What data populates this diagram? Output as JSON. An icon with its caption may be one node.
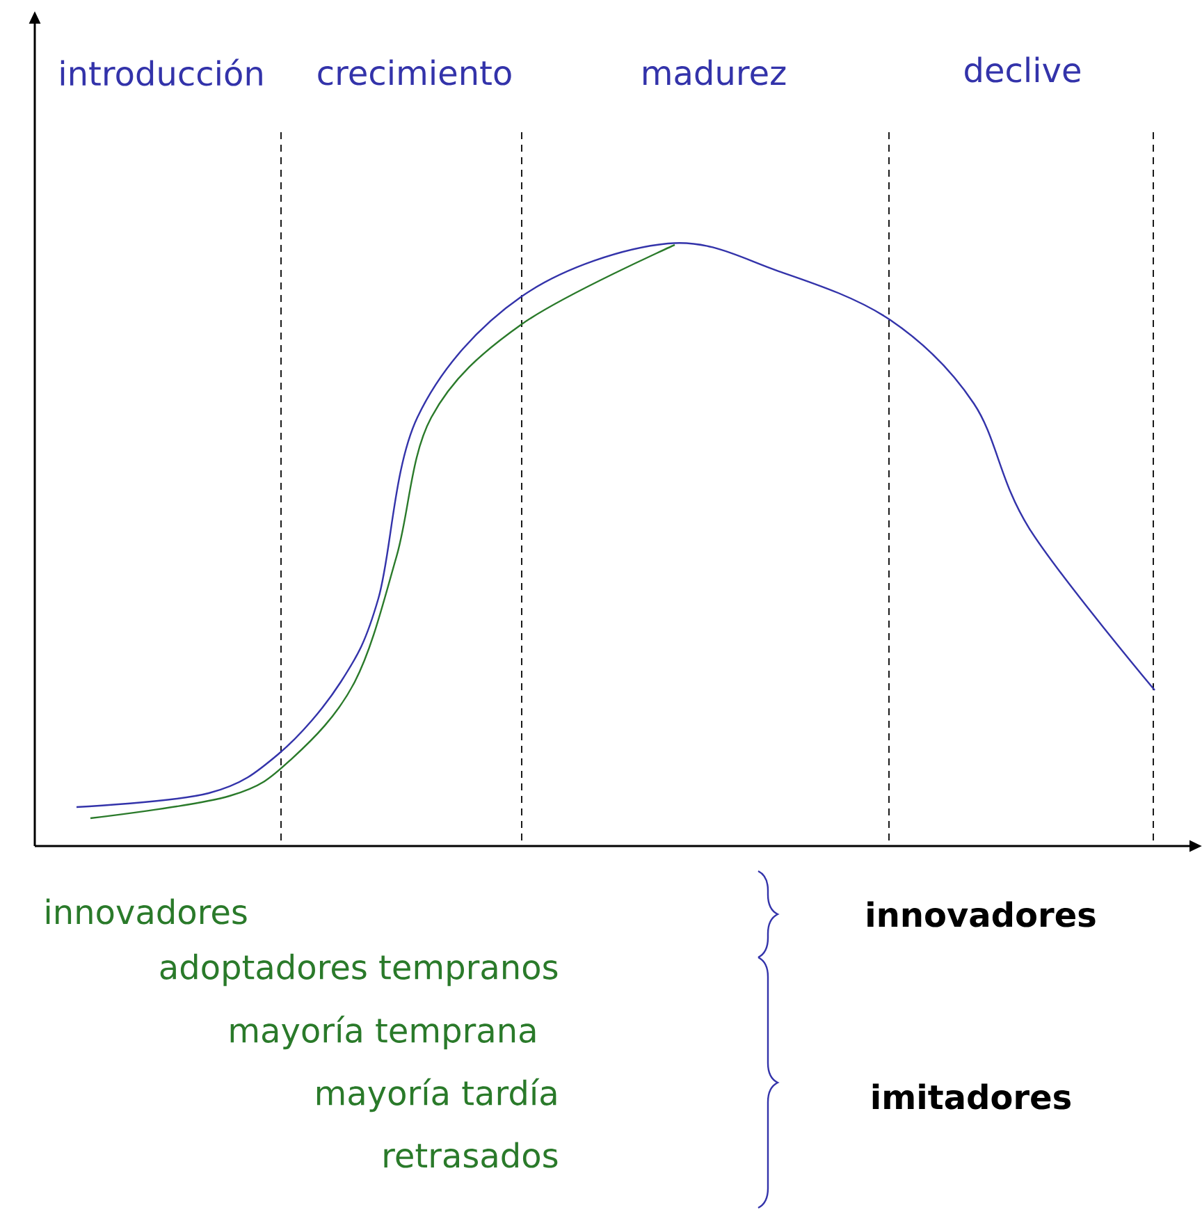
{
  "diagram": {
    "labels": [
      "introducción",
      "crecimiento",
      "madurez",
      "declive",
      "innovadores",
      "adoptadores tempranos",
      "mayoría temprana",
      "mayoría tardía",
      "retrasados",
      "innovadores",
      "imitadores"
    ]
  }
}
